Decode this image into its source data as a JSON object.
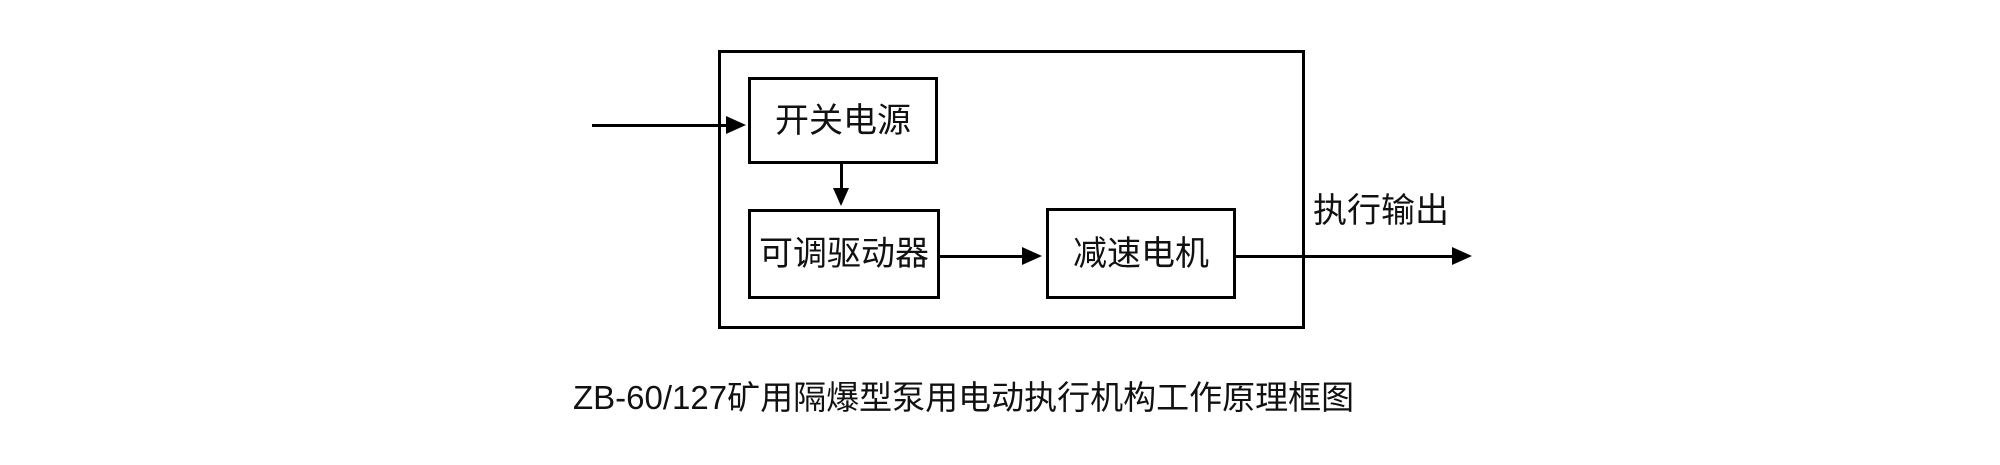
{
  "diagram": {
    "caption": "ZB-60/127矿用隔爆型泵用电动执行机构工作原理框图",
    "blocks": [
      {
        "id": "switch-power",
        "label": "开关电源"
      },
      {
        "id": "adjustable-driver",
        "label": "可调驱动器"
      },
      {
        "id": "gear-motor",
        "label": "减速电机"
      }
    ],
    "output_label": "执行输出",
    "connections": [
      {
        "from": "external-input",
        "to": "switch-power",
        "type": "arrow"
      },
      {
        "from": "switch-power",
        "to": "adjustable-driver",
        "type": "arrow"
      },
      {
        "from": "adjustable-driver",
        "to": "gear-motor",
        "type": "arrow"
      },
      {
        "from": "gear-motor",
        "to": "external-output",
        "type": "arrow",
        "label": "执行输出"
      }
    ],
    "colors": {
      "line": "#000000",
      "text": "#111111",
      "background": "#ffffff"
    }
  }
}
